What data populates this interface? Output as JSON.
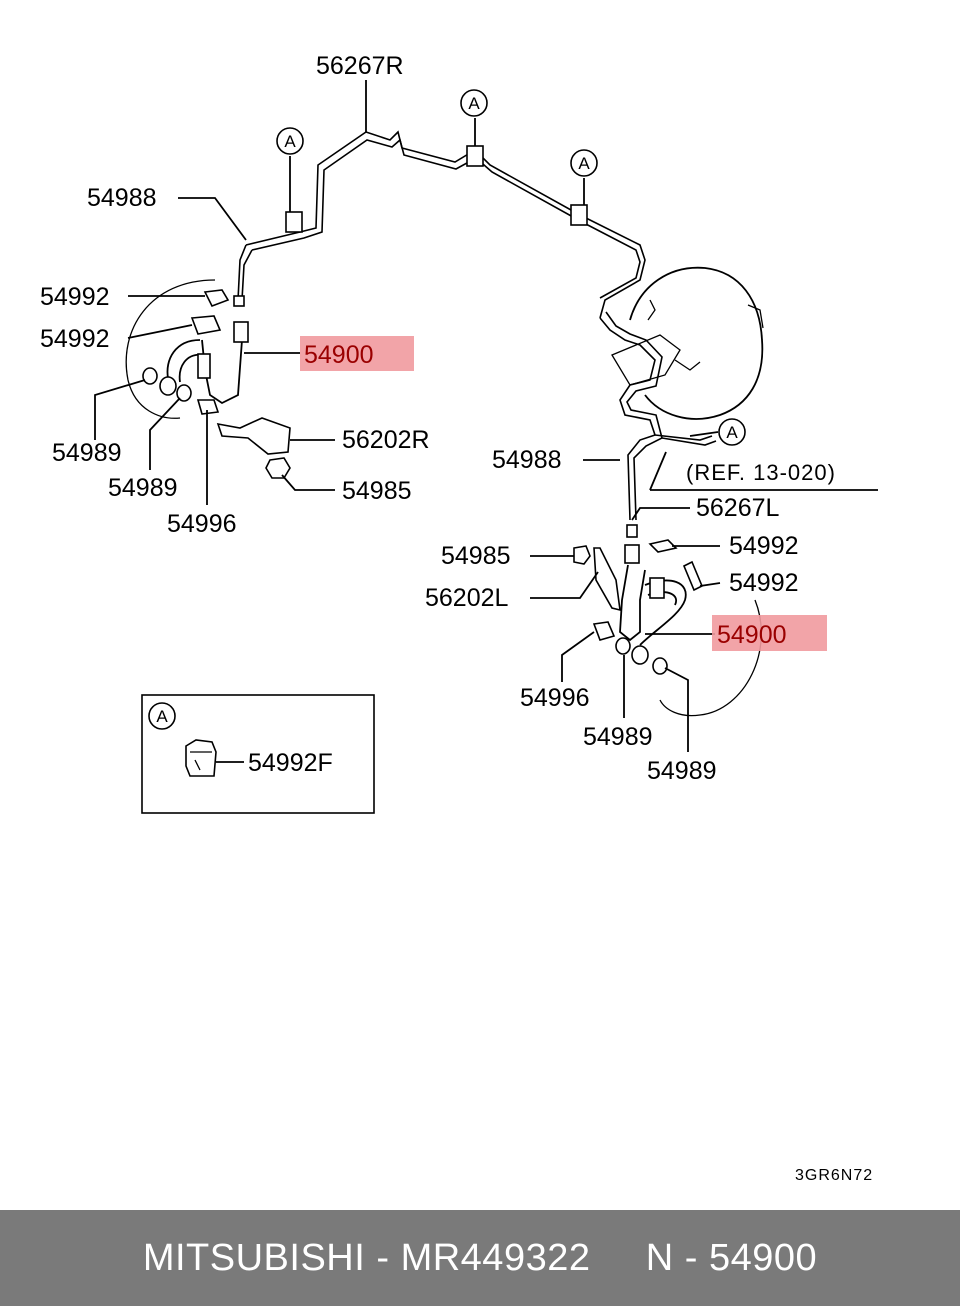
{
  "labels": {
    "p56267R": "56267R",
    "p54988_top": "54988",
    "p54992_a": "54992",
    "p54992_b": "54992",
    "p54900_left": "54900",
    "p54989_a": "54989",
    "p54989_b": "54989",
    "p56202R": "56202R",
    "p54985_left": "54985",
    "p54996_left": "54996",
    "p54988_right": "54988",
    "ref": "(REF. 13-020)",
    "p56267L": "56267L",
    "p54985_right": "54985",
    "p54992_c": "54992",
    "p56202L": "56202L",
    "p54992_d": "54992",
    "p54900_right": "54900",
    "p54996_right": "54996",
    "p54989_c": "54989",
    "p54989_d": "54989",
    "inset_part": "54992F",
    "drawing_code": "3GR6N72"
  },
  "callout_letter": "A",
  "footer": {
    "text": "MITSUBISHI - MR449322     N - 54900"
  },
  "colors": {
    "highlight": "#f19a9e",
    "footer_bg": "#7a7a7a",
    "footer_text": "#ffffff"
  }
}
